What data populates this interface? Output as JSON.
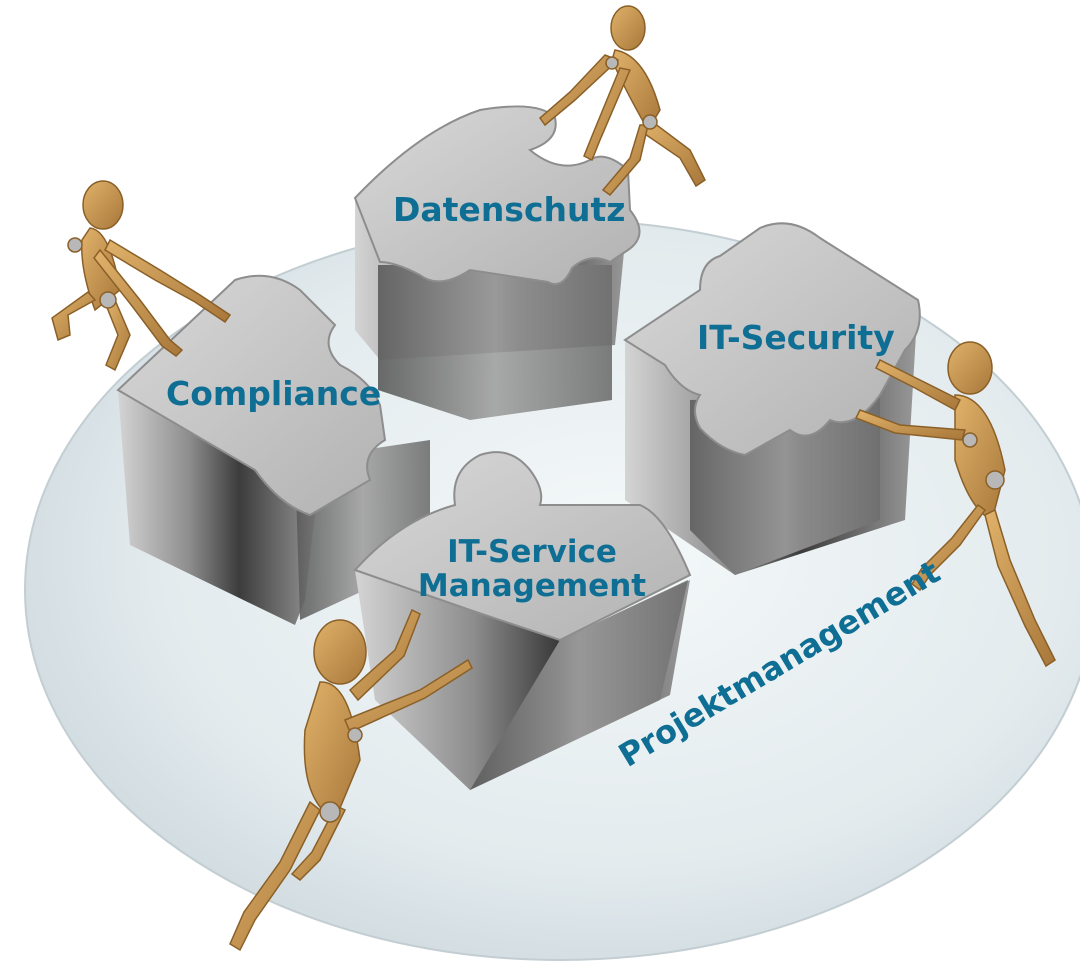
{
  "puzzle_labels": {
    "top": "Datenschutz",
    "left": "Compliance",
    "right": "IT-Security",
    "front_line1": "IT-Service",
    "front_line2": "Management"
  },
  "base_label": "Projektmanagement",
  "colors": {
    "label_text": "#0e6e93",
    "disc": "#e4ecef",
    "puzzle_top": "#c9c9c9",
    "puzzle_side": "#9a9a9a",
    "figure": "#c9974f",
    "joint": "#b8b8b8"
  },
  "icons": {
    "puzzle_piece": "puzzle-piece-icon",
    "wooden_figure": "wooden-mannequin-icon"
  }
}
